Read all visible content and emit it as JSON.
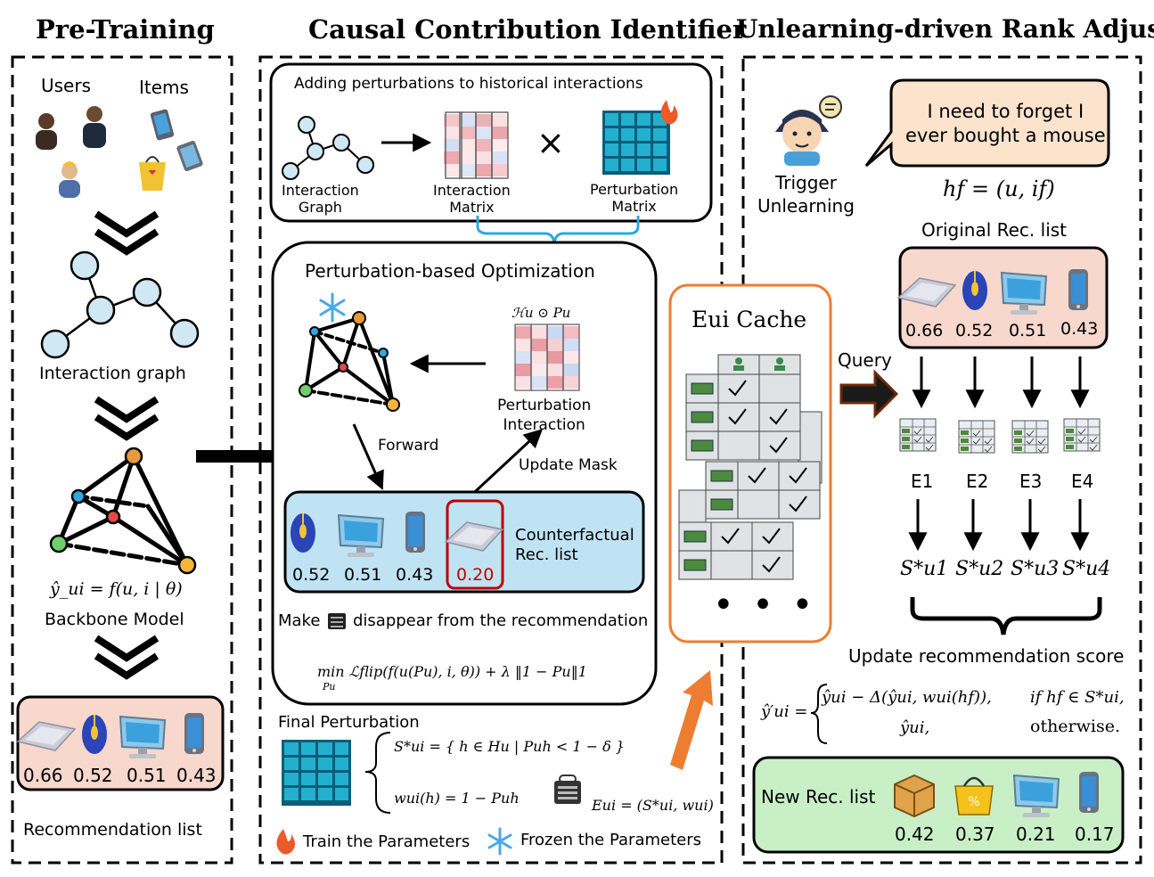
{
  "colors": {
    "pink_box": "#f8d7cc",
    "blue_box": "#bfe3f3",
    "green_box": "#c9efc7",
    "cache_border": "#ed7d31",
    "highlight_red": "#c00000",
    "bracket_blue": "#2fa8e0",
    "orange_arrow": "#ed7d31",
    "matrix_teal": "#1fa3b8",
    "node_fill": "#cfe8f3"
  },
  "sections": {
    "pretrain": {
      "title": "Pre-Training",
      "users": "Users",
      "items": "Items",
      "interaction_graph": "Interaction graph",
      "formula": "ŷ_ui = f(u, i | θ)",
      "backbone": "Backbone Model",
      "rec_scores": [
        "0.66",
        "0.52",
        "0.51",
        "0.43"
      ],
      "rec_label": "Recommendation list"
    },
    "cci": {
      "title": "Causal Contribution Identifier",
      "perturb_title": "Adding perturbations to historical interactions",
      "interaction_graph": "Interaction\nGraph",
      "interaction_matrix": "Interaction\nMatrix",
      "times": "×",
      "perturbation_matrix": "Perturbation\nMatrix",
      "optimization_title": "Perturbation-based Optimization",
      "hadamard": "ℋu ⊙ Pu",
      "perturbation_interaction": "Perturbation\nInteraction",
      "forward": "Forward",
      "update_mask": "Update Mask",
      "cf_scores": [
        "0.52",
        "0.51",
        "0.43"
      ],
      "cf_removed": "0.20",
      "cf_label": "Counterfactual\nRec. list",
      "make_text": "Make",
      "disappear_text": "disappear from the recommendation",
      "min_formula": "min ℒflip(f(u(Pu), i, θ)) + λ ‖1 − Pu‖1",
      "min_sub": "Pu",
      "final_perturbation": "Final Perturbation",
      "s_formula": "S*ui = { h ∈ Hu | Puh < 1 − δ }",
      "w_formula": "wui(h) = 1 − Puh",
      "e_formula": "Eui = (S*ui, wui)",
      "train_params": "Train the Parameters",
      "frozen_params": "Frozen the Parameters"
    },
    "cache": {
      "title": "Eui Cache",
      "dots": "• • •"
    },
    "adjuster": {
      "title": "Unlearning-driven Rank Adjuster",
      "bubble": "I need to forget I\never bought a mouse",
      "trigger": "Trigger\nUnlearning",
      "hf": "hf = (u, if)",
      "original_label": "Original Rec. list",
      "original_scores": [
        "0.66",
        "0.52",
        "0.51",
        "0.43"
      ],
      "query": "Query",
      "entries": [
        "E1",
        "E2",
        "E3",
        "E4"
      ],
      "s_labels": [
        "S*u1",
        "S*u2",
        "S*u3",
        "S*u4"
      ],
      "update_label": "Update recommendation score",
      "update_case1": "ŷui − Δ(ŷui, wui(hf)),",
      "update_cond1": "if hf ∈ S*ui,",
      "update_case2": "ŷui,",
      "update_cond2": "otherwise.",
      "new_label": "New Rec. list",
      "new_scores": [
        "0.42",
        "0.37",
        "0.21",
        "0.17"
      ]
    }
  }
}
